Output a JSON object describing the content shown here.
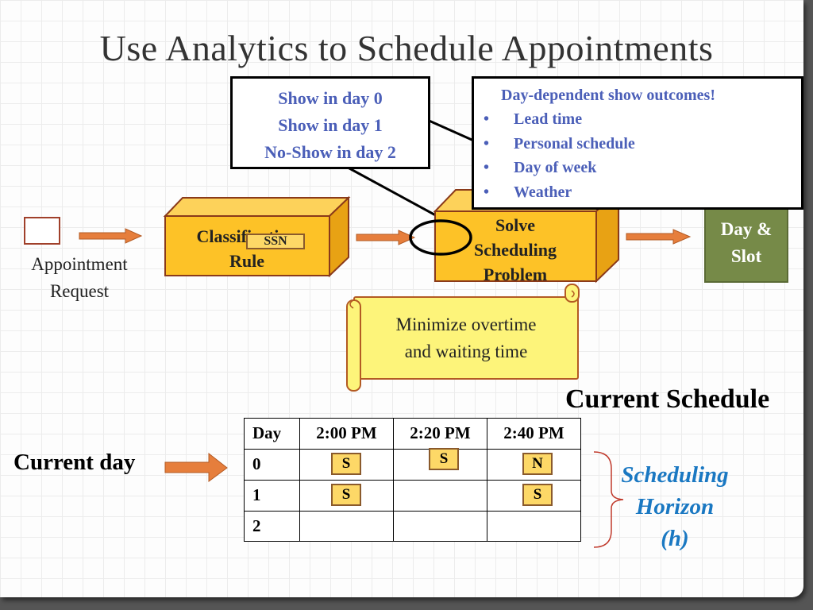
{
  "title": "Use Analytics to Schedule Appointments",
  "callout_shows": {
    "lines": [
      "Show in day 0",
      "Show in day 1",
      "No-Show in day 2"
    ]
  },
  "callout_factors": {
    "heading": "Day-dependent show outcomes!",
    "bullet_char": "•",
    "items": [
      "Lead time",
      "Personal schedule",
      "Day of week",
      "Weather"
    ]
  },
  "flow": {
    "appointment_request": [
      "Appointment",
      "Request"
    ],
    "classification": [
      "Classification",
      "Rule"
    ],
    "ssn_badge": "SSN",
    "solve": [
      "Solve",
      "Scheduling",
      "Problem"
    ],
    "day_slot": [
      "Day &",
      "Slot"
    ],
    "objective": [
      "Minimize overtime",
      "and waiting time"
    ]
  },
  "schedule": {
    "heading": "Current Schedule",
    "current_day_label": "Current day",
    "columns": [
      "Day",
      "2:00 PM",
      "2:20 PM",
      "2:40 PM"
    ],
    "rows": [
      {
        "day": "0",
        "slots": [
          "S",
          "S",
          "N"
        ]
      },
      {
        "day": "1",
        "slots": [
          "S",
          "",
          "S"
        ]
      },
      {
        "day": "2",
        "slots": [
          "",
          "",
          ""
        ]
      }
    ],
    "horizon_label": [
      "Scheduling",
      "Horizon",
      "(h)"
    ]
  },
  "colors": {
    "box_face": "#fdc227",
    "box_side": "#e8a214",
    "box_top": "#fdd25a",
    "box_border": "#8a3a1a",
    "arrow": "#e67e3c",
    "day_slot_fill": "#768a48",
    "scroll_fill": "#fdf47a",
    "callout_text": "#4b5fb8",
    "horizon_text": "#1a78c2",
    "brace": "#c0392b"
  }
}
